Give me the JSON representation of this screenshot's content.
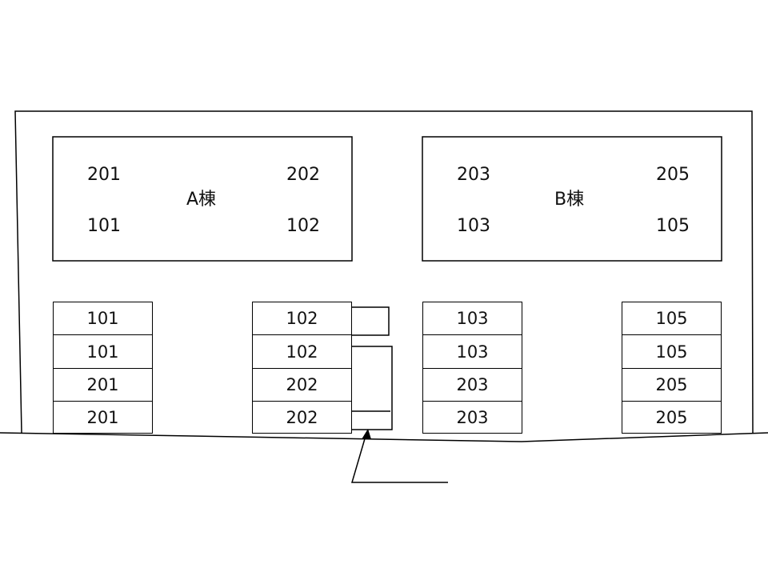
{
  "building_a": {
    "name": "A棟",
    "units": {
      "upper_left": "201",
      "upper_right": "202",
      "lower_left": "101",
      "lower_right": "102"
    }
  },
  "building_b": {
    "name": "B棟",
    "units": {
      "upper_left": "203",
      "upper_right": "205",
      "lower_left": "103",
      "lower_right": "105"
    }
  },
  "parking": {
    "col1": [
      "101",
      "101",
      "201",
      "201"
    ],
    "col2": [
      "102",
      "102",
      "202",
      "202"
    ],
    "col3": [
      "103",
      "103",
      "203",
      "203"
    ],
    "col4": [
      "105",
      "105",
      "205",
      "205"
    ]
  }
}
